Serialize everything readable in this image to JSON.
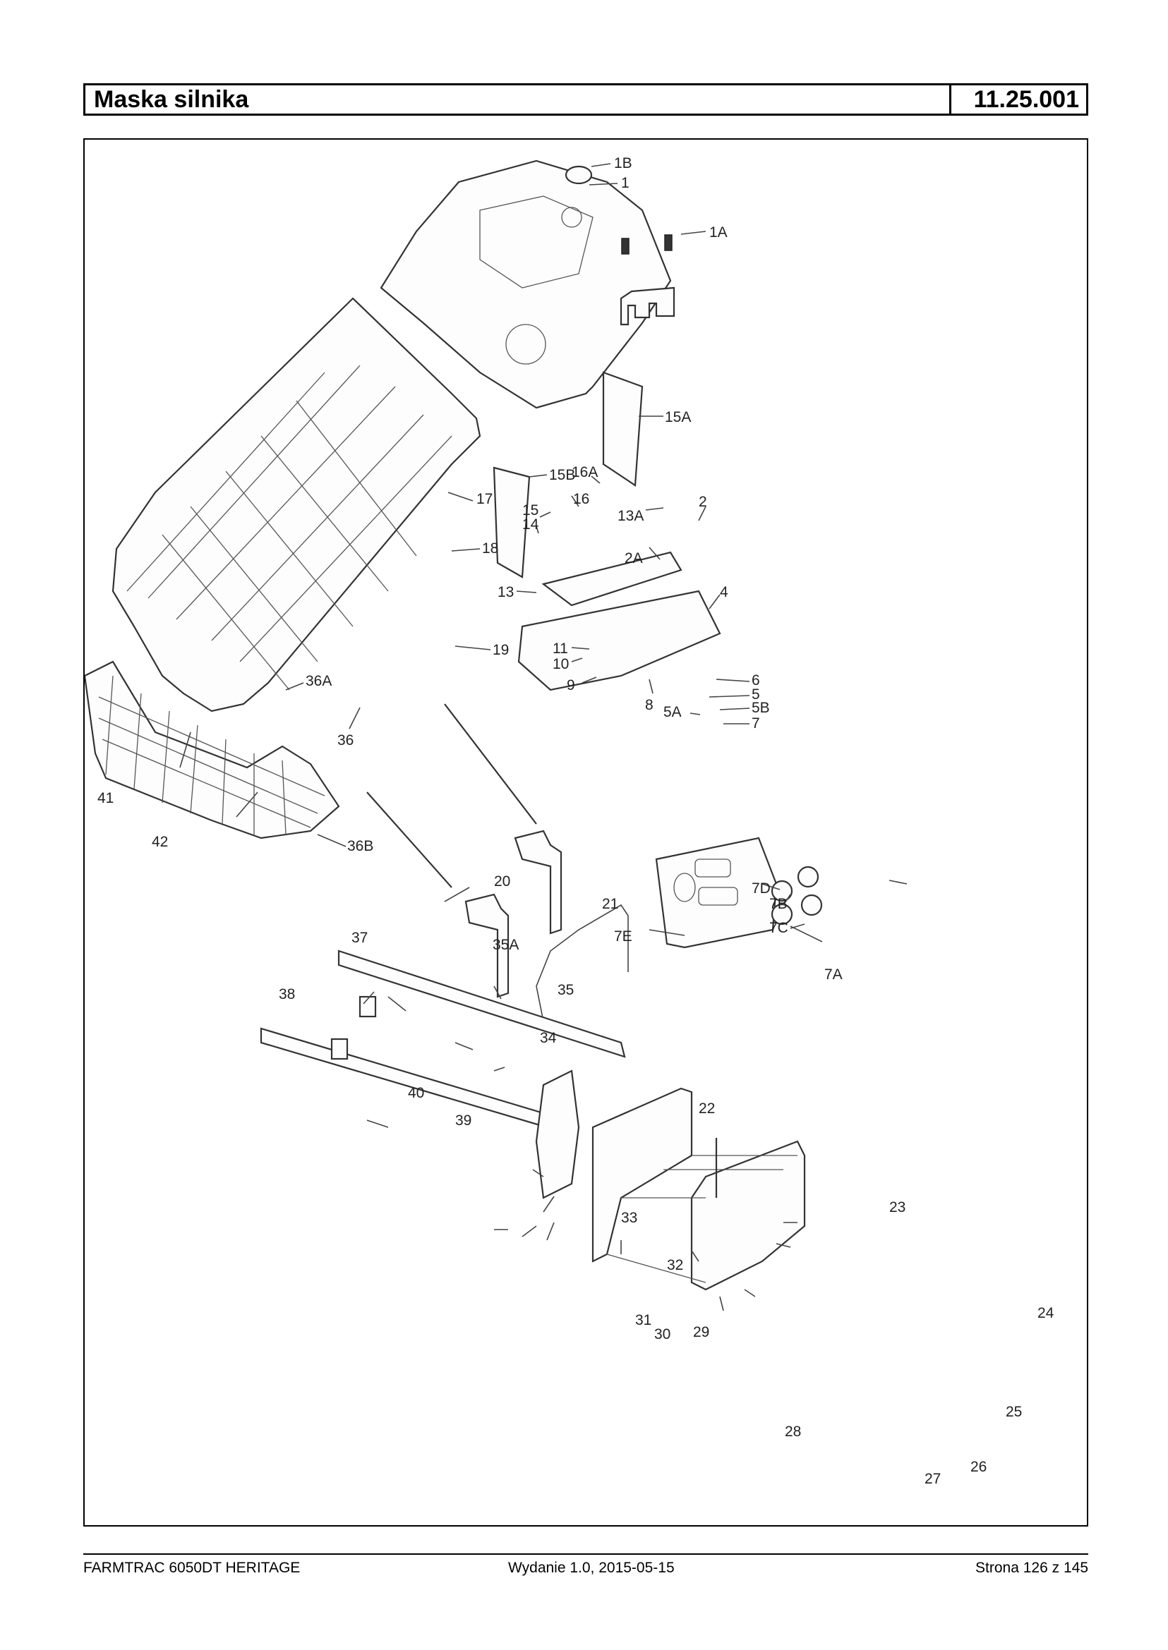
{
  "header": {
    "title": "Maska silnika",
    "code": "11.25.001"
  },
  "callouts": [
    "1B",
    "1",
    "1A",
    "15A",
    "15B",
    "17",
    "16",
    "16A",
    "15",
    "14",
    "13A",
    "2",
    "18",
    "2A",
    "13",
    "4",
    "11",
    "10",
    "9",
    "19",
    "36A",
    "36",
    "8",
    "6",
    "5",
    "5B",
    "5A",
    "7",
    "41",
    "42",
    "20",
    "7D",
    "7B",
    "21",
    "36B",
    "7E",
    "7C",
    "37",
    "35A",
    "35",
    "7A",
    "38",
    "34",
    "40",
    "39",
    "22",
    "33",
    "23",
    "32",
    "24",
    "31",
    "30",
    "29",
    "25",
    "28",
    "26",
    "27"
  ],
  "footer": {
    "left": "FARMTRAC 6050DT HERITAGE",
    "middle": "Wydanie 1.0,  2015-05-15",
    "right": "Strona 126 z 145"
  }
}
